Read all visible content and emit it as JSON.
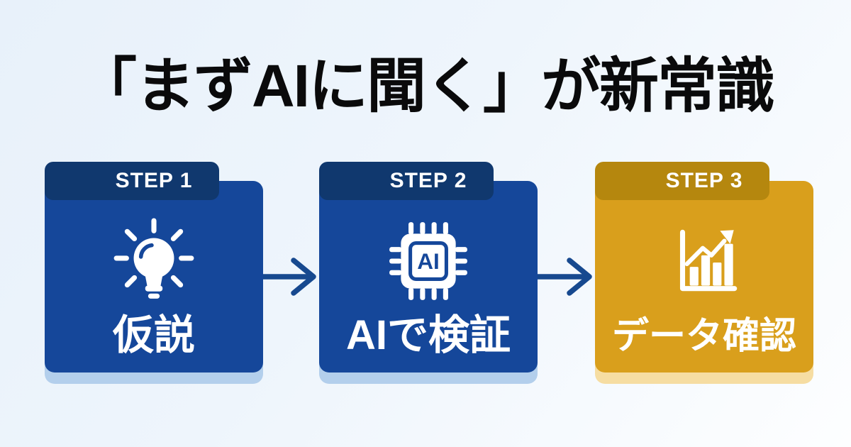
{
  "title": "「まずAIに聞く」が新常識",
  "steps": [
    {
      "badge": "STEP 1",
      "label": "仮説",
      "icon": "lightbulb-icon",
      "theme": "blue"
    },
    {
      "badge": "STEP 2",
      "label": "AIで検証",
      "icon": "ai-chip-icon",
      "theme": "blue"
    },
    {
      "badge": "STEP 3",
      "label": "データ確認",
      "icon": "bar-chart-icon",
      "theme": "gold"
    }
  ],
  "chip_text": "AI",
  "colors": {
    "background_start": "#e8f1fa",
    "background_end": "#fdfeff",
    "title_text": "#0a0a0b",
    "blue_badge": "#10386e",
    "blue_card": "#15479a",
    "blue_shadow": "#b3cfec",
    "gold_badge": "#b5870e",
    "gold_card": "#d99f1c",
    "gold_shadow": "#f6dda2",
    "arrow": "#17498f",
    "icon_white": "#ffffff"
  }
}
